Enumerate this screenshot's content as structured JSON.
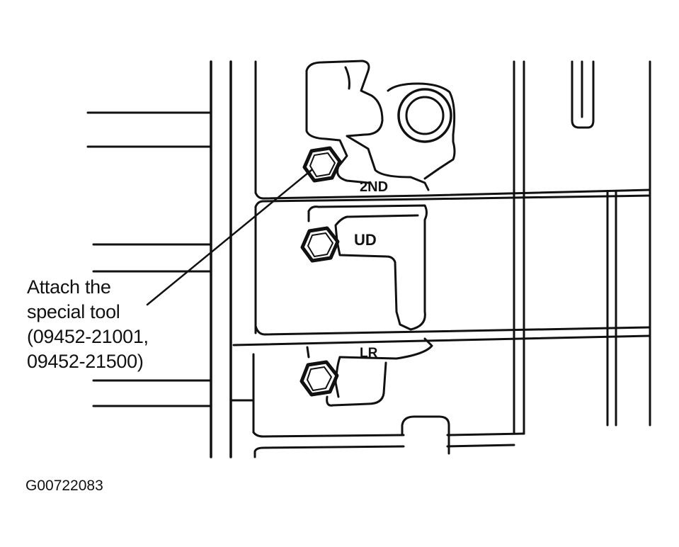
{
  "callout": {
    "lines": [
      "Attach the",
      "special tool",
      "(09452-21001,",
      "09452-21500)"
    ]
  },
  "labels": {
    "upper": "2ND",
    "middle": "UD",
    "lower": "LR"
  },
  "figure_id": "G00722083"
}
